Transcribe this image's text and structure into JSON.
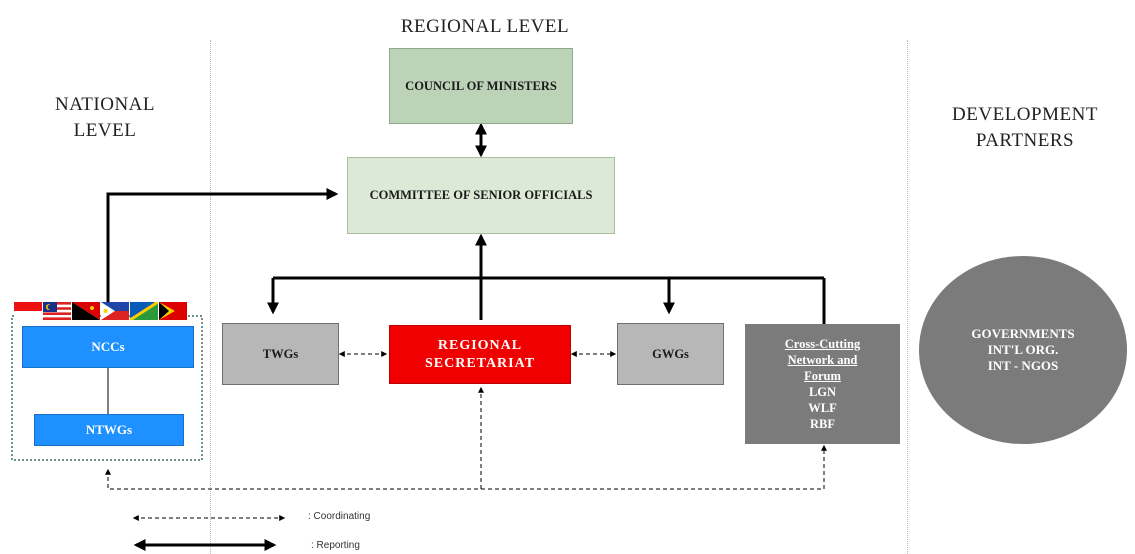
{
  "headings": {
    "regional": "REGIONAL LEVEL",
    "national": "NATIONAL\nLEVEL",
    "partners": "DEVELOPMENT\nPARTNERS"
  },
  "boxes": {
    "council": "COUNCIL OF MINISTERS",
    "cso": "COMMITTEE OF SENIOR OFFICIALS",
    "twgs": "TWGs",
    "secretariat": "REGIONAL SECRETARIAT",
    "gwgs": "GWGs",
    "ncc": "NCCs",
    "ntwg": "NTWGs"
  },
  "cross_cutting": {
    "title_line1": "Cross-Cutting",
    "title_line2": "Network and",
    "title_line3": "Forum",
    "items": [
      "LGN",
      "WLF",
      "RBF"
    ]
  },
  "partners_circle": {
    "lines": [
      "GOVERNMENTS",
      "INT'L ORG.",
      "INT - NGOS"
    ]
  },
  "legend": {
    "coordinating": ": Coordinating",
    "reporting": ": Reporting"
  },
  "flags": [
    "indonesia-flag",
    "malaysia-flag",
    "papua-new-guinea-flag",
    "philippines-flag",
    "solomon-islands-flag",
    "timor-leste-flag"
  ],
  "colors": {
    "green_box": "#dce9d6",
    "gray_box": "#b7b7b7",
    "secretariat": "#f00000",
    "national_box": "#1e90ff",
    "cross_cutting": "#7b7b7b",
    "partners_circle": "#7b7b7b"
  }
}
